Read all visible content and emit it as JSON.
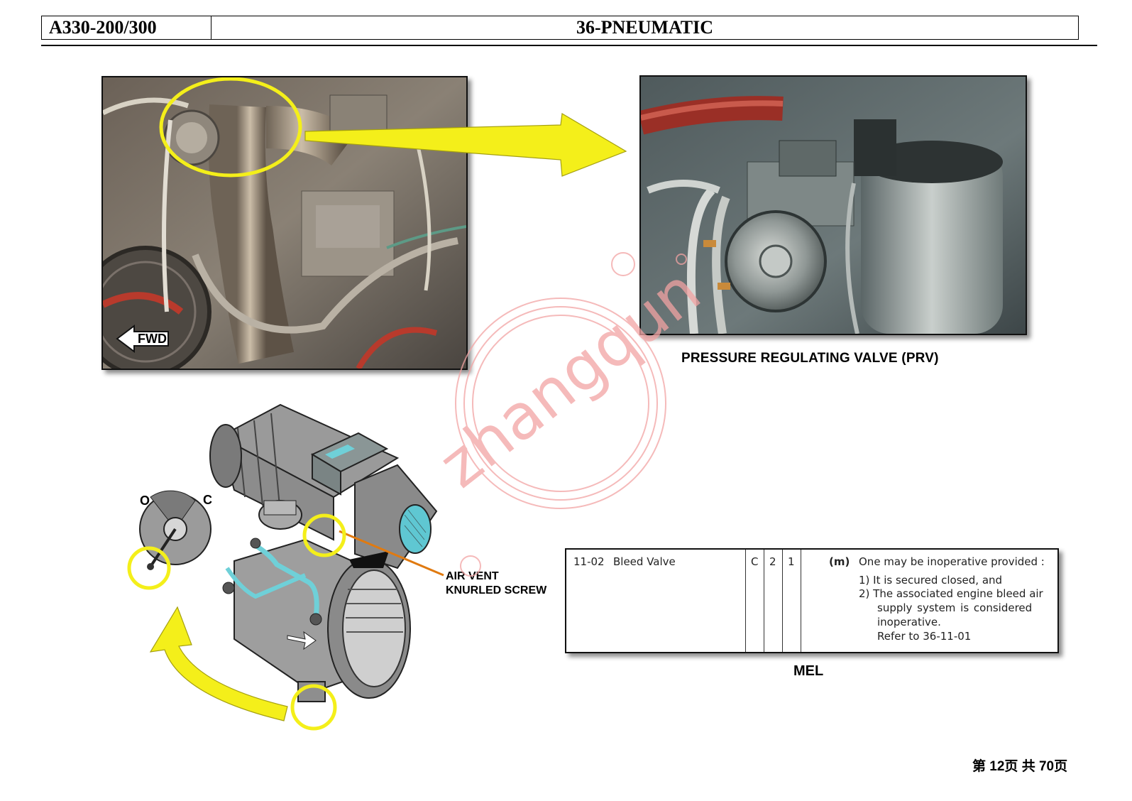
{
  "header": {
    "model": "A330-200/300",
    "chapter": "36-PNEUMATIC"
  },
  "photo_engine": {
    "fwd_label": "FWD"
  },
  "photo_prv": {
    "caption": "PRESSURE REGULATING VALVE (PRV)"
  },
  "valve_diagram": {
    "open_label": "O",
    "closed_label": "C",
    "callout_line1": "AIR VENT",
    "callout_line2": "KNURLED SCREW"
  },
  "mel": {
    "item": "11-02",
    "name": "Bleed Valve",
    "category": "C",
    "installed": "2",
    "required": "1",
    "remark_code": "(m)",
    "remark_lines": [
      "One may be inoperative provided :",
      "1)  It is secured closed, and",
      "2)  The associated engine bleed air",
      "supply  system  is  considered",
      "inoperative.",
      "Refer to 36-11-01"
    ],
    "caption": "MEL"
  },
  "watermark": "zhangqun",
  "footer": {
    "page_text": "第 12页  共 70页"
  },
  "colors": {
    "highlight_yellow": "#f4ef1a",
    "callout_orange": "#e07a10",
    "duct_cyan": "#6fd0d8",
    "watermark_red": "#f2a3a3"
  }
}
